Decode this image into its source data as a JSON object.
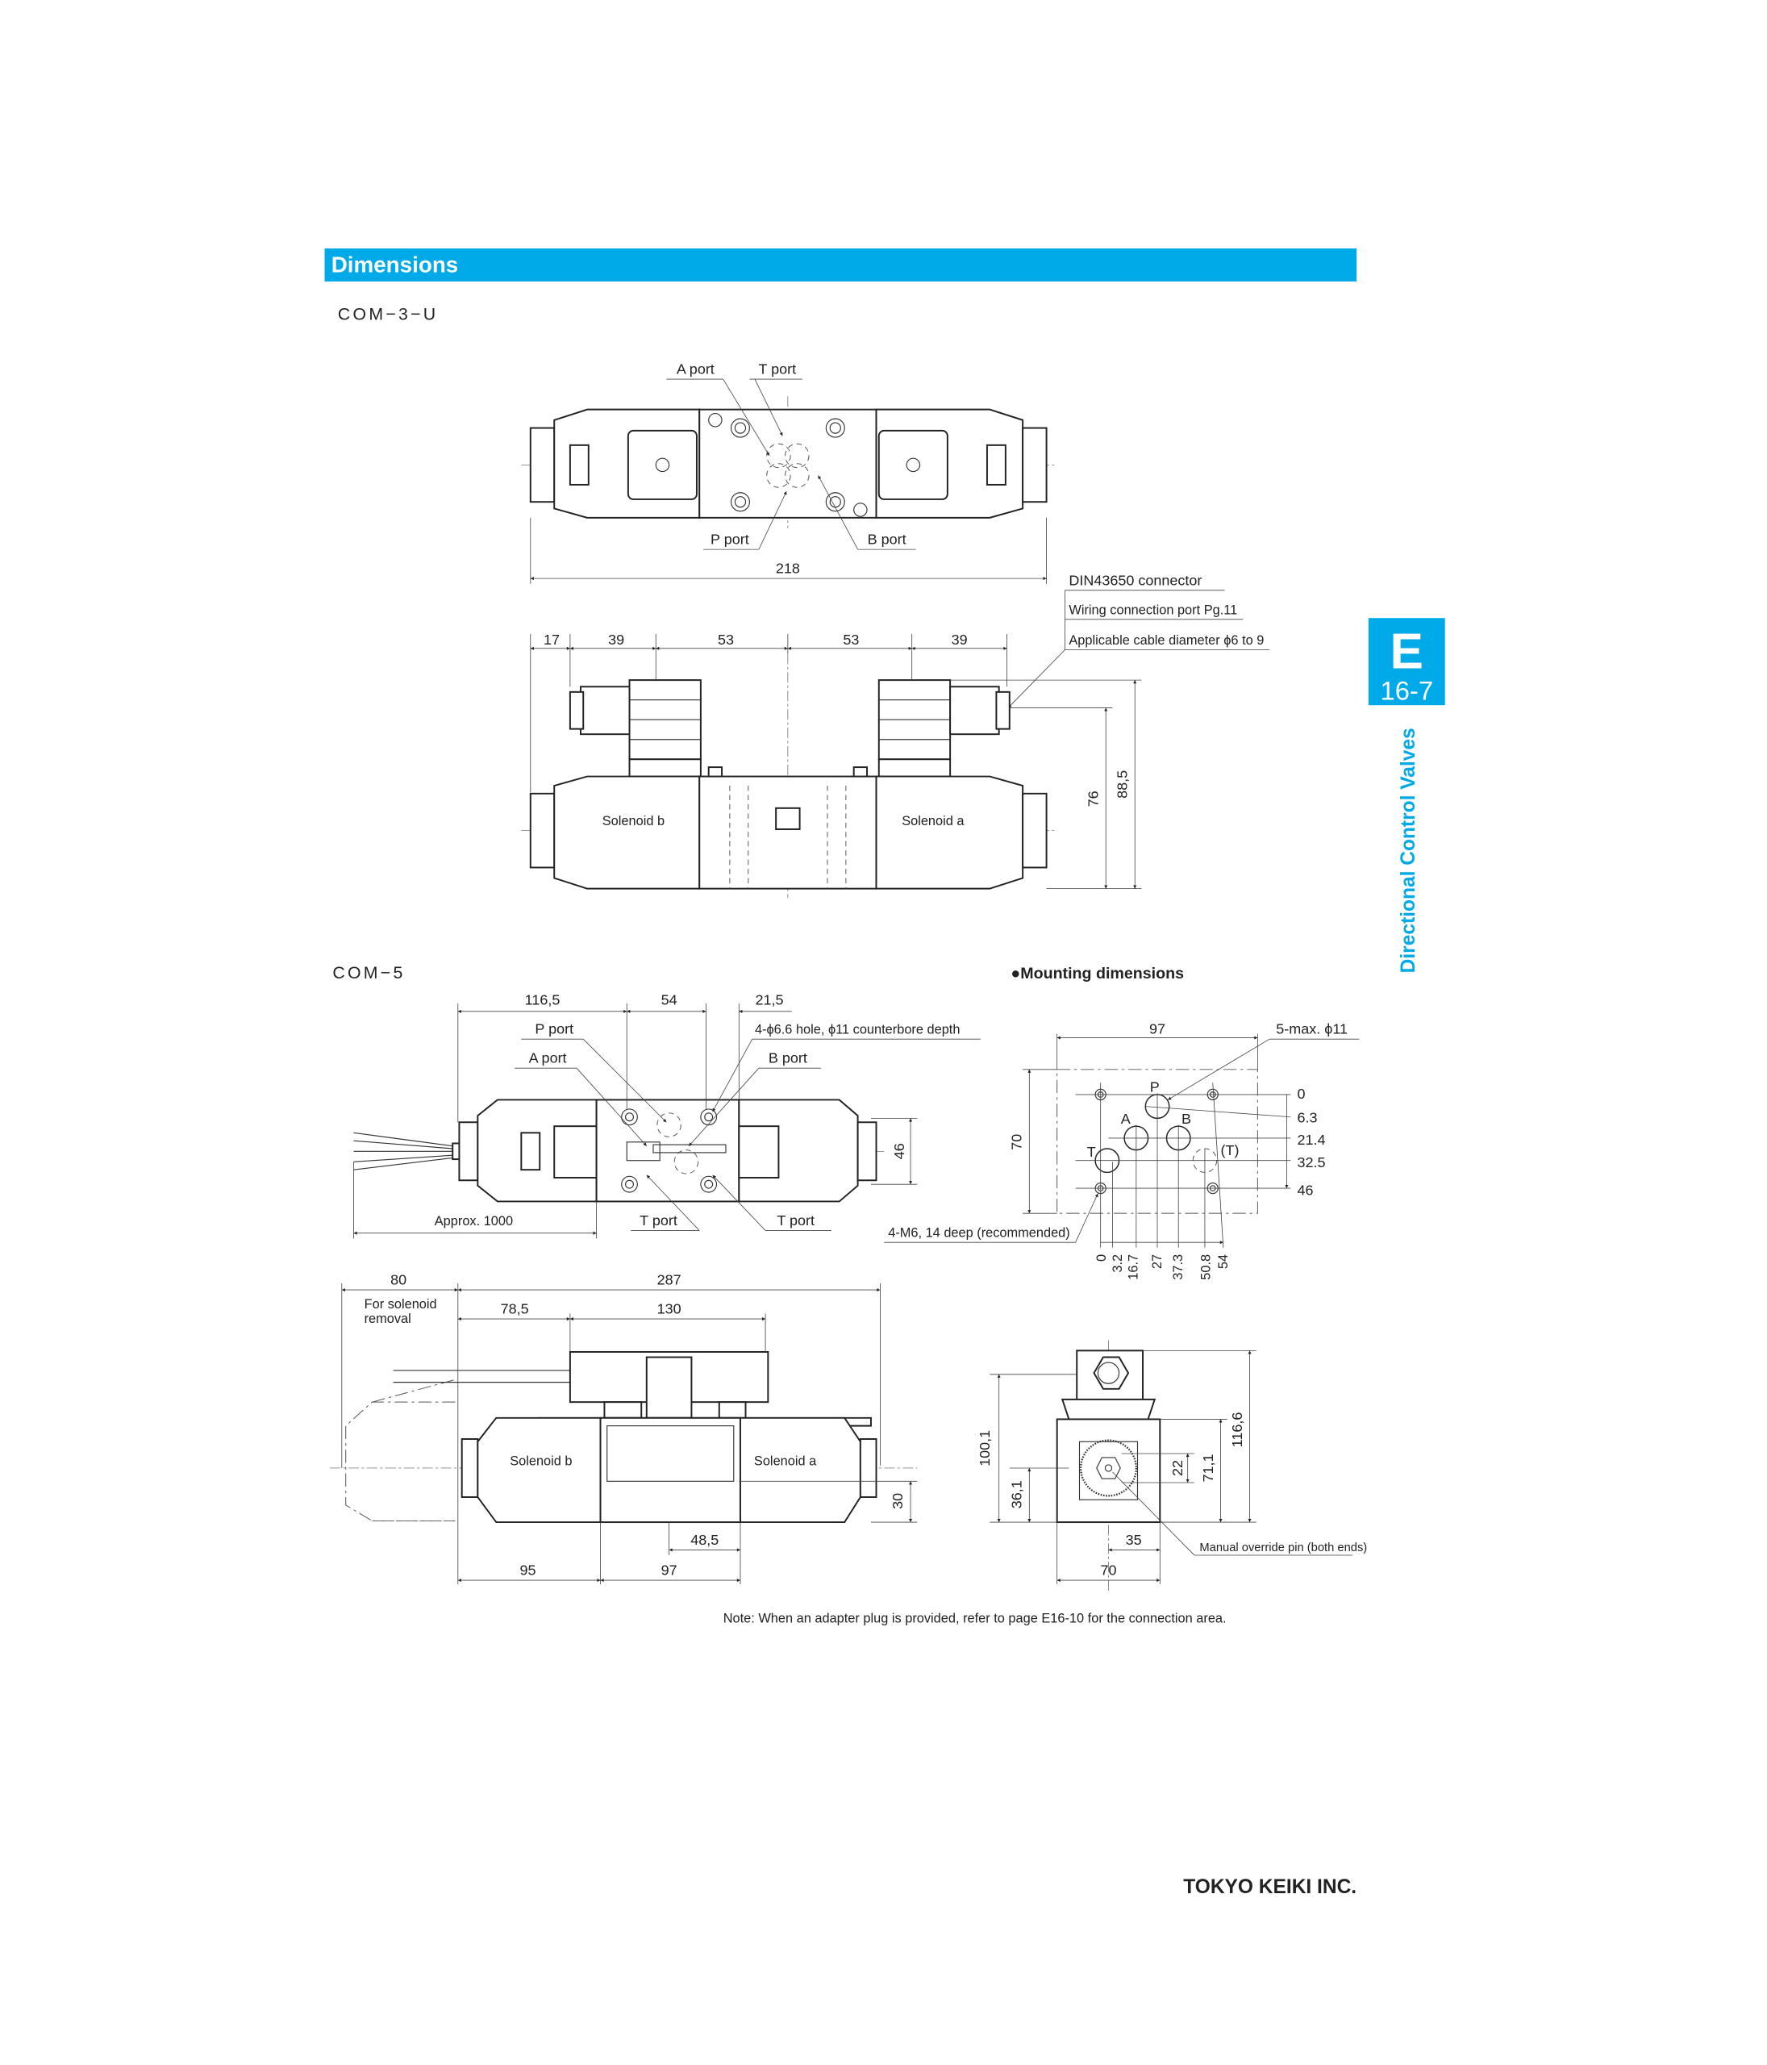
{
  "header": {
    "title": "Dimensions",
    "accent": "#00a9e8"
  },
  "side_tab": {
    "letter": "E",
    "page": "16-7",
    "section": "Directional Control Valves"
  },
  "com3u": {
    "model": "COM−3−U",
    "top_view": {
      "a_port": "A port",
      "t_port": "T port",
      "p_port": "P port",
      "b_port": "B port",
      "overall": "218"
    },
    "connector": {
      "title": "DIN43650 connector",
      "wiring": "Wiring connection port  Pg.11",
      "cable": "Applicable cable diameter  ϕ6 to 9"
    },
    "front_view": {
      "dims": [
        "17",
        "39",
        "53",
        "53",
        "39"
      ],
      "h1": "76",
      "h2": "88,5",
      "solenoid_b": "Solenoid b",
      "solenoid_a": "Solenoid a"
    }
  },
  "com5": {
    "model": "COM−5",
    "top_view": {
      "dims": [
        "116,5",
        "54",
        "21,5"
      ],
      "p_port": "P port",
      "hole_note": "4-ϕ6.6 hole, ϕ11 counterbore depth",
      "a_port": "A port",
      "b_port": "B port",
      "cable": "Approx. 1000",
      "t_port_1": "T port",
      "t_port_2": "T port",
      "height": "46"
    },
    "front_view": {
      "removal": "80",
      "overall": "287",
      "removal_note_1": "For solenoid",
      "removal_note_2": "removal",
      "d_785": "78,5",
      "d_130": "130",
      "solenoid_b": "Solenoid b",
      "solenoid_a": "Solenoid a",
      "d_30": "30",
      "d_485": "48,5",
      "d_95": "95",
      "d_97": "97"
    },
    "end_view": {
      "d_1001": "100,1",
      "d_361": "36,1",
      "d_22": "22",
      "d_711": "71,1",
      "d_1166": "116,6",
      "d_35": "35",
      "d_70": "70",
      "override": "Manual override pin (both ends)"
    }
  },
  "mounting": {
    "title": "●Mounting dimensions",
    "width": "97",
    "height": "70",
    "holes": "5-max. ϕ11",
    "port_labels": [
      "P",
      "A",
      "B",
      "T",
      "(T)"
    ],
    "y_values": [
      "0",
      "6.3",
      "21.4",
      "32.5",
      "46"
    ],
    "x_values": [
      "0",
      "3.2",
      "16.7",
      "27",
      "37.3",
      "50.8",
      "54"
    ],
    "bolt_note": "4-M6, 14 deep (recommended)"
  },
  "note": "Note: When an adapter plug is provided, refer to page E16-10 for the connection area.",
  "footer": {
    "company": "TOKYO KEIKI INC."
  }
}
